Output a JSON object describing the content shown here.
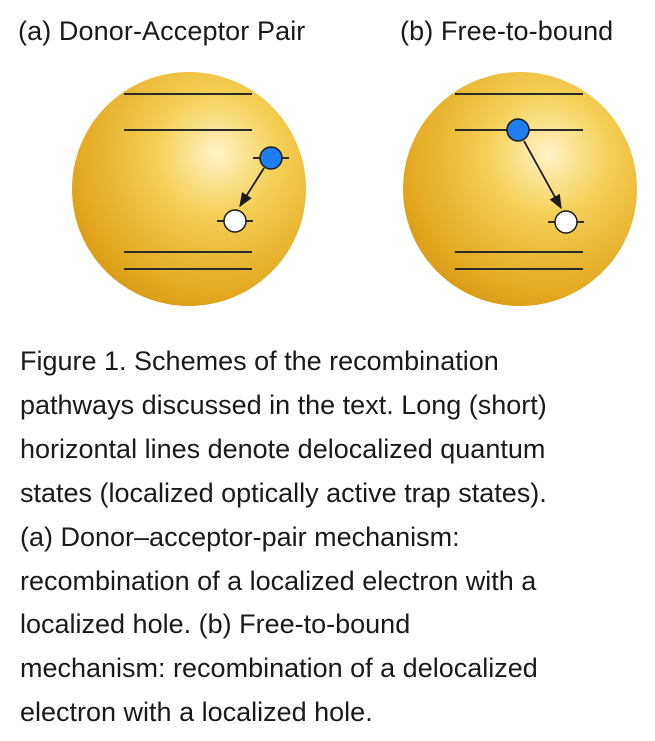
{
  "panels": {
    "a": {
      "title": "(a) Donor-Acceptor Pair"
    },
    "b": {
      "title": "(b) Free-to-bound"
    }
  },
  "caption": {
    "lines": [
      "Figure 1. Schemes of the recombination",
      "pathways discussed in the text. Long (short)",
      "horizontal lines denote delocalized quantum",
      "states (localized optically active trap states).",
      "(a) Donor–acceptor-pair mechanism:",
      "recombination of a localized electron with a",
      "localized hole. (b) Free-to-bound",
      "mechanism: recombination of a delocalized",
      "electron with a localized hole."
    ]
  },
  "colors": {
    "sphere_highlight": "#fff4c8",
    "sphere_mid": "#f3c540",
    "sphere_edge": "#d99a12",
    "line": "#2a2a2a",
    "electron": "#1e7ef0",
    "hole": "#ffffff"
  }
}
